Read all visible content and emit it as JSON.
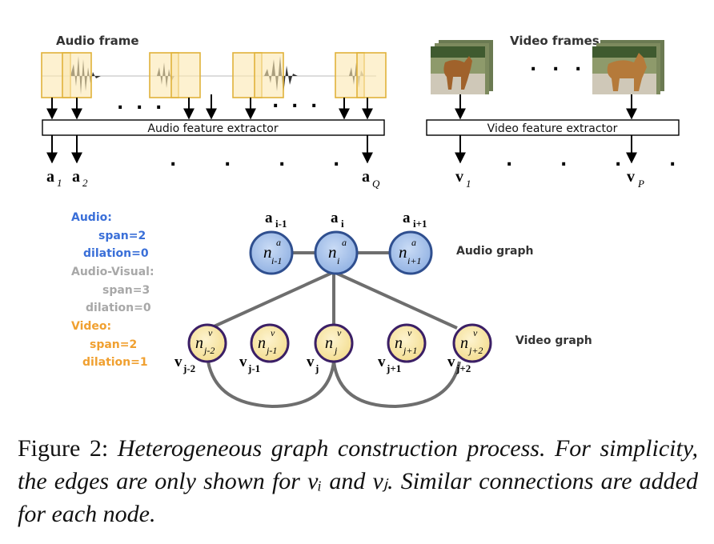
{
  "audio_section": {
    "title": "Audio frame",
    "extractor_label": "Audio feature extractor",
    "ellipsis_upper": ". . .",
    "ellipsis_mid": ". . .",
    "ellipsis_lower": ". . . .",
    "outputs": [
      {
        "base": "a",
        "sub": "1"
      },
      {
        "base": "a",
        "sub": "2"
      },
      {
        "base": "a",
        "sub": "Q"
      }
    ]
  },
  "video_section": {
    "title": "Video frames",
    "extractor_label": "Video feature extractor",
    "ellipsis_upper": ". . .",
    "ellipsis_lower": ". . . .",
    "outputs": [
      {
        "base": "v",
        "sub": "1"
      },
      {
        "base": "v",
        "sub": "P"
      }
    ]
  },
  "legend": {
    "audio_title": "Audio:",
    "audio_span": "span=2",
    "audio_dilation": "dilation=0",
    "av_title": "Audio-Visual:",
    "av_span": "span=3",
    "av_dilation": "dilation=0",
    "video_title": "Video:",
    "video_span": "span=2",
    "video_dilation": "dilation=1"
  },
  "graph": {
    "audio_graph_label": "Audio graph",
    "video_graph_label": "Video graph",
    "audio_nodes": [
      {
        "node_base": "n",
        "node_sup": "a",
        "node_sub": "i-1",
        "label_base": "a",
        "label_sub": "i-1"
      },
      {
        "node_base": "n",
        "node_sup": "a",
        "node_sub": "i",
        "label_base": "a",
        "label_sub": "i"
      },
      {
        "node_base": "n",
        "node_sup": "a",
        "node_sub": "i+1",
        "label_base": "a",
        "label_sub": "i+1"
      }
    ],
    "video_nodes": [
      {
        "node_base": "n",
        "node_sup": "v",
        "node_sub": "j-2",
        "label_base": "v",
        "label_sub": "j-2"
      },
      {
        "node_base": "n",
        "node_sup": "v",
        "node_sub": "j-1",
        "label_base": "v",
        "label_sub": "j-1"
      },
      {
        "node_base": "n",
        "node_sup": "v",
        "node_sub": "j",
        "label_base": "v",
        "label_sub": "j"
      },
      {
        "node_base": "n",
        "node_sup": "v",
        "node_sub": "j+1",
        "label_base": "v",
        "label_sub": "j+1"
      },
      {
        "node_base": "n",
        "node_sup": "v",
        "node_sub": "j+2",
        "label_base": "v",
        "label_sub": "j+2"
      }
    ]
  },
  "caption": {
    "prefix": "Figure 2: ",
    "text": "Heterogeneous graph construction process. For simplicity, the edges are only shown for vᵢ and vⱼ. Similar connections are added for each node."
  },
  "colors": {
    "audio_blue": "#3a6fd8",
    "video_orange": "#f0a030",
    "av_gray": "#a8a8a8",
    "audio_node_fill": "#a9c3ea",
    "audio_node_stroke": "#2f4f8f",
    "video_node_fill": "#f7e7a6",
    "video_node_stroke": "#3b1f66",
    "frame_fill": "#fbe8b0",
    "frame_stroke": "#e0b23a",
    "edge_gray": "#6e6e6e"
  }
}
